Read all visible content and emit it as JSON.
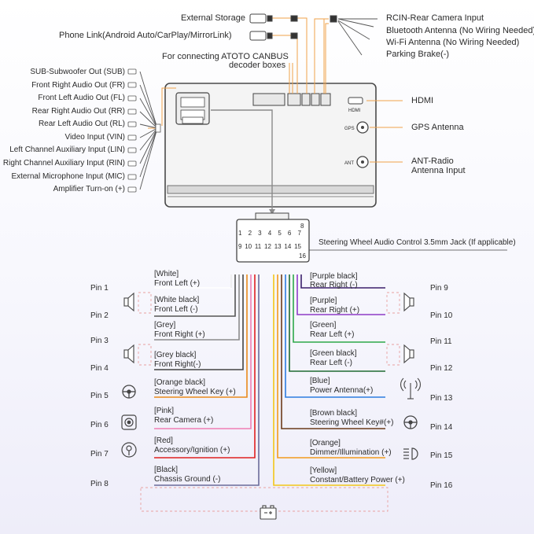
{
  "top_right": {
    "rcin": "RCIN-Rear Camera Input",
    "bluetooth": "Bluetooth Antenna (No Wiring Needed)",
    "wifi": "Wi-Fi Antenna (No Wiring Needed)",
    "parking": "Parking Brake(-)"
  },
  "top_left": {
    "storage": "External Storage",
    "phone_link": "Phone Link(Android Auto/CarPlay/MirrorLink)",
    "canbus_line1": "For connecting ATOTO CANBUS",
    "canbus_line2": "decoder boxes"
  },
  "left_outputs": [
    "SUB-Subwoofer Out (SUB)",
    "Front Right Audio Out (FR)",
    "Front Left Audio Out (FL)",
    "Rear Right Audio Out (RR)",
    "Rear Left Audio Out (RL)",
    "Video Input (VIN)",
    "Left Channel Auxiliary Input (LIN)",
    "Right Channel Auxiliary Input (RIN)",
    "External Microphone Input (MIC)",
    "Amplifier Turn-on (+)"
  ],
  "unit_labels": {
    "hdmi_small": "HDMI",
    "gps_small": "GPS",
    "ant_small": "ANT"
  },
  "right_ports": {
    "hdmi": "HDMI",
    "gps": "GPS Antenna",
    "ant_line1": "ANT-Radio",
    "ant_line2": "Antenna Input"
  },
  "connector": {
    "top_row": [
      "1",
      "2",
      "3",
      "4",
      "5",
      "6",
      "7"
    ],
    "pin8": "8",
    "bottom_row": [
      "9",
      "10",
      "11",
      "12",
      "13",
      "14",
      "15"
    ],
    "pin16": "16",
    "steering_label": "Steering Wheel Audio Control 3.5mm Jack (If applicable)"
  },
  "pins_left": [
    {
      "pin": "Pin 1",
      "color": "[White]",
      "func": "Front Left (+)"
    },
    {
      "pin": "Pin 2",
      "color": "[White black]",
      "func": "Front Left (-)"
    },
    {
      "pin": "Pin 3",
      "color": "[Grey]",
      "func": "Front Right (+)"
    },
    {
      "pin": "Pin 4",
      "color": "[Grey black]",
      "func": "Front Right(-)"
    },
    {
      "pin": "Pin 5",
      "color": "[Orange black]",
      "func": "Steering Wheel Key (+)"
    },
    {
      "pin": "Pin 6",
      "color": "[Pink]",
      "func": "Rear Camera (+)"
    },
    {
      "pin": "Pin 7",
      "color": "[Red]",
      "func": "Accessory/Ignition (+)"
    },
    {
      "pin": "Pin 8",
      "color": "[Black]",
      "func": "Chassis Ground (-)"
    }
  ],
  "pins_right": [
    {
      "pin": "Pin 9",
      "color": "[Purple black]",
      "func": "Rear Right (-)"
    },
    {
      "pin": "Pin 10",
      "color": "[Purple]",
      "func": "Rear Right (+)"
    },
    {
      "pin": "Pin 11",
      "color": "[Green]",
      "func": "Rear Left (+)"
    },
    {
      "pin": "Pin 12",
      "color": "[Green black]",
      "func": "Rear Left (-)"
    },
    {
      "pin": "Pin 13",
      "color": "[Blue]",
      "func": "Power Antenna(+)"
    },
    {
      "pin": "Pin 14",
      "color": "[Brown black]",
      "func": "Steering Wheel Key#(+)"
    },
    {
      "pin": "Pin 15",
      "color": "[Orange]",
      "func": "Dimmer/Illumination (+)"
    },
    {
      "pin": "Pin 16",
      "color": "[Yellow]",
      "func": "Constant/Battery Power (+)"
    }
  ],
  "wire_colors": {
    "white": "#ffffff",
    "white_black": "#555555",
    "grey": "#8c8c8c",
    "grey_black": "#444444",
    "orange_black": "#e98a1b",
    "pink": "#ef7fb4",
    "red": "#e02020",
    "black": "#6b6b9a",
    "purple_black": "#3b1f6b",
    "purple": "#8e3cc7",
    "green": "#2ea84a",
    "green_black": "#1f6b32",
    "blue": "#2d7de0",
    "brown_black": "#6b3a1a",
    "orange": "#f39a1c",
    "yellow": "#f2c618",
    "accent_orange": "#f0a24a",
    "dashed_red": "#e8a0a0"
  }
}
